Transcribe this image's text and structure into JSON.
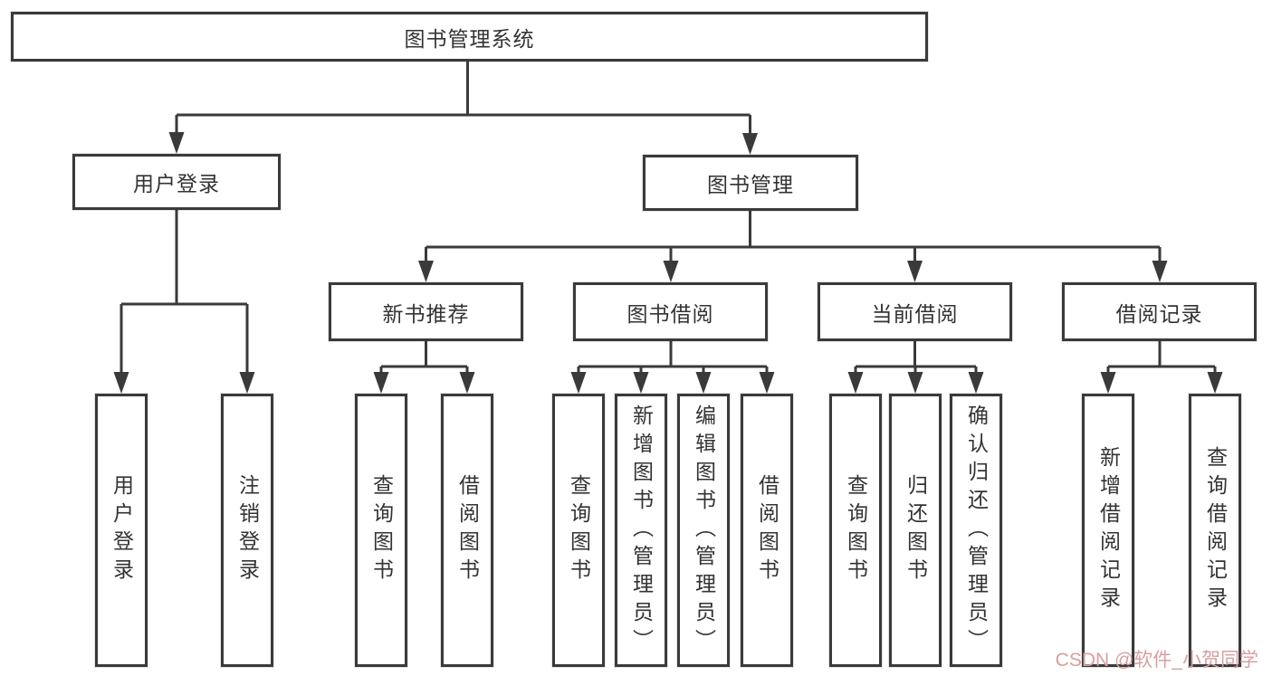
{
  "colors": {
    "line": "#3a3a3a",
    "text": "#333333",
    "box_fill": "#ffffff",
    "background": "#ffffff",
    "watermark": "#d89f9f"
  },
  "watermark": {
    "text": "CSDN @软件_小贺同学"
  },
  "tree": {
    "label": "图书管理系统",
    "children": [
      {
        "label": "用户登录",
        "children": [
          {
            "label": "用户登录"
          },
          {
            "label": "注销登录"
          }
        ]
      },
      {
        "label": "图书管理",
        "children": [
          {
            "label": "新书推荐",
            "children": [
              {
                "label": "查询图书"
              },
              {
                "label": "借阅图书"
              }
            ]
          },
          {
            "label": "图书借阅",
            "children": [
              {
                "label": "查询图书"
              },
              {
                "label": "新增图书（管理员）"
              },
              {
                "label": "编辑图书（管理员）"
              },
              {
                "label": "借阅图书"
              }
            ]
          },
          {
            "label": "当前借阅",
            "children": [
              {
                "label": "查询图书"
              },
              {
                "label": "归还图书"
              },
              {
                "label": "确认归还（管理员）"
              }
            ]
          },
          {
            "label": "借阅记录",
            "children": [
              {
                "label": "新增借阅记录"
              },
              {
                "label": "查询借阅记录"
              }
            ]
          }
        ]
      }
    ]
  }
}
